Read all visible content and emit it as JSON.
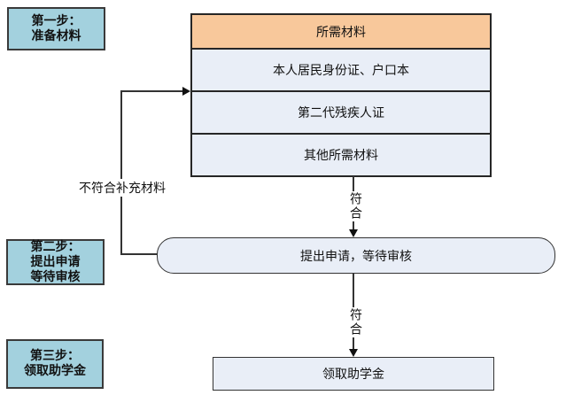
{
  "colors": {
    "step_box_fill": "#a3d1de",
    "table_header_fill": "#f8c89b",
    "node_fill": "#e9eef7",
    "line_color": "#333333"
  },
  "steps": [
    {
      "label": "第一步：\n准备材料"
    },
    {
      "label": "第二步：\n提出申请\n等待审核"
    },
    {
      "label": "第三步：\n领取助学金"
    }
  ],
  "materials_table": {
    "header": "所需材料",
    "rows": [
      "本人居民身份证、户口本",
      "第二代残疾人证",
      "其他所需材料"
    ]
  },
  "flow": {
    "apply_node": "提出申请，等待审核",
    "receive_node": "领取助学金",
    "pass_label_1": "符合",
    "pass_label_2": "符合",
    "fail_label": "不符合补充材料"
  }
}
